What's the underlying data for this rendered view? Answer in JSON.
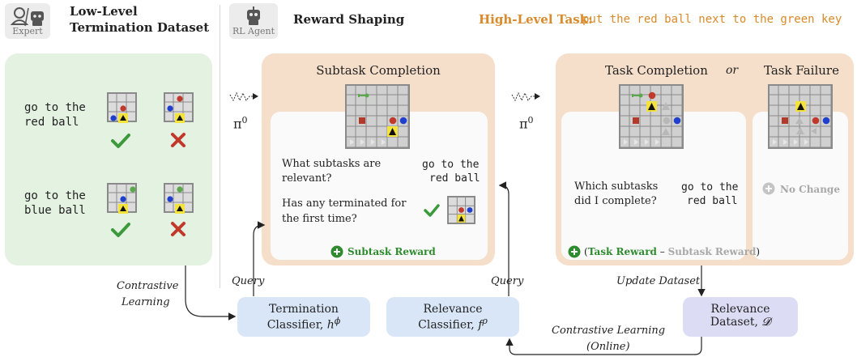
{
  "header": {
    "expert_label": "Expert",
    "left_title_line1": "Low-Level",
    "left_title_line2": "Termination Dataset",
    "agent_label": "RL Agent",
    "reward_shaping": "Reward Shaping",
    "high_level_prefix": "High-Level Task:",
    "high_level_task": "put the red ball next to the green key"
  },
  "left_panel": {
    "example1_line1": "go to the",
    "example1_line2": "red ball",
    "example2_line1": "go to the",
    "example2_line2": "blue ball"
  },
  "policy_label": "π",
  "policy_sup": "0",
  "subtask_panel": {
    "title": "Subtask Completion",
    "q1_line1": "What subtasks are",
    "q1_line2": "relevant?",
    "a1_line1": "go to the",
    "a1_line2": "red ball",
    "q2_line1": "Has any terminated for",
    "q2_line2": "the first time?",
    "reward": "Subtask Reward"
  },
  "task_panel": {
    "title_completion": "Task Completion",
    "or": "or",
    "title_failure": "Task Failure",
    "q_line1": "Which subtasks",
    "q_line2": "did I complete?",
    "a_line1": "go to the",
    "a_line2": "red ball",
    "no_change": "No Change",
    "paren_open": "(",
    "task_reward": "Task Reward",
    "dash": " – ",
    "subtask_reward": "Subtask Reward",
    "paren_close": ")"
  },
  "flow": {
    "contrastive_line1": "Contrastive",
    "contrastive_line2": "Learning",
    "query1": "Query",
    "query2": "Query",
    "update_dataset": "Update Dataset",
    "contrastive_online_line1": "Contrastive Learning",
    "contrastive_online_line2": "(Online)"
  },
  "boxes": {
    "termination_line1": "Termination",
    "termination_line2": "Classifier,",
    "termination_symbol": "h",
    "termination_sup": "ϕ",
    "relevance_line1": "Relevance",
    "relevance_line2": "Classifier,",
    "relevance_symbol": "f",
    "relevance_sup": "ρ",
    "dataset_line1": "Relevance",
    "dataset_line2": "Dataset,",
    "dataset_symbol": "𝓓"
  },
  "colors": {
    "green_panel": "#e4f2e2",
    "orange_panel": "#f6dfca",
    "blue_box": "#d8e6f7",
    "purple_box": "#dcdcf5",
    "check_green": "#3c9a3c",
    "cross_red": "#c0392b",
    "high_level_orange": "#d98a2b"
  }
}
